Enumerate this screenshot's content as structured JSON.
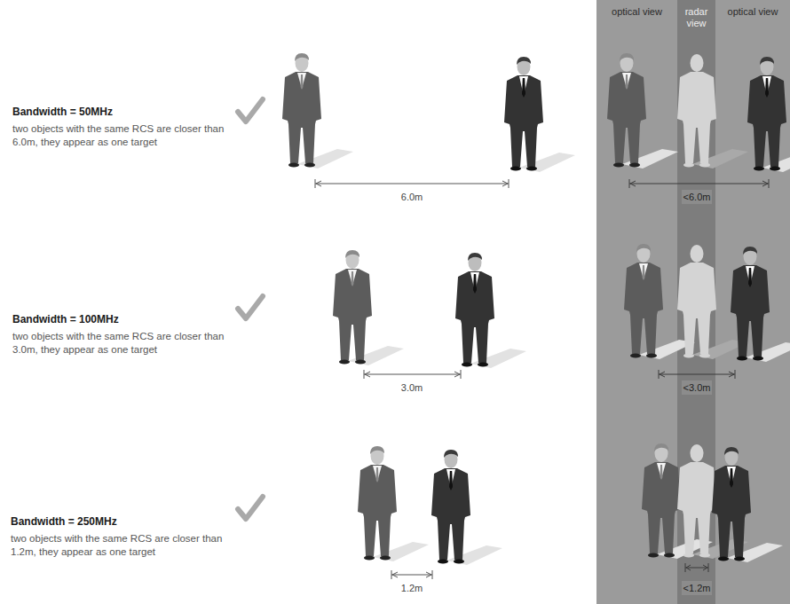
{
  "diagram": {
    "nodes": [
      {
        "text": [
          "optical view"
        ]
      },
      {
        "text": [
          "radar view"
        ]
      },
      {
        "text": [
          "optical view"
        ]
      }
    ],
    "labels": [
      "Bandwidth = 50MHz",
      "two objects with the same RCS are closer than 6.0m, they appear as one target",
      "6.0m",
      "<6.0m",
      "Bandwidth = 100MHz",
      "two objects with the same RCS are closer than 3.0m, they appear as one target",
      "3.0m",
      "<3.0m",
      "Bandwidth = 250MHz",
      "two objects with the same RCS are closer than 1.2m, they appear as one target",
      "1.2m",
      "<1.2m"
    ]
  }
}
